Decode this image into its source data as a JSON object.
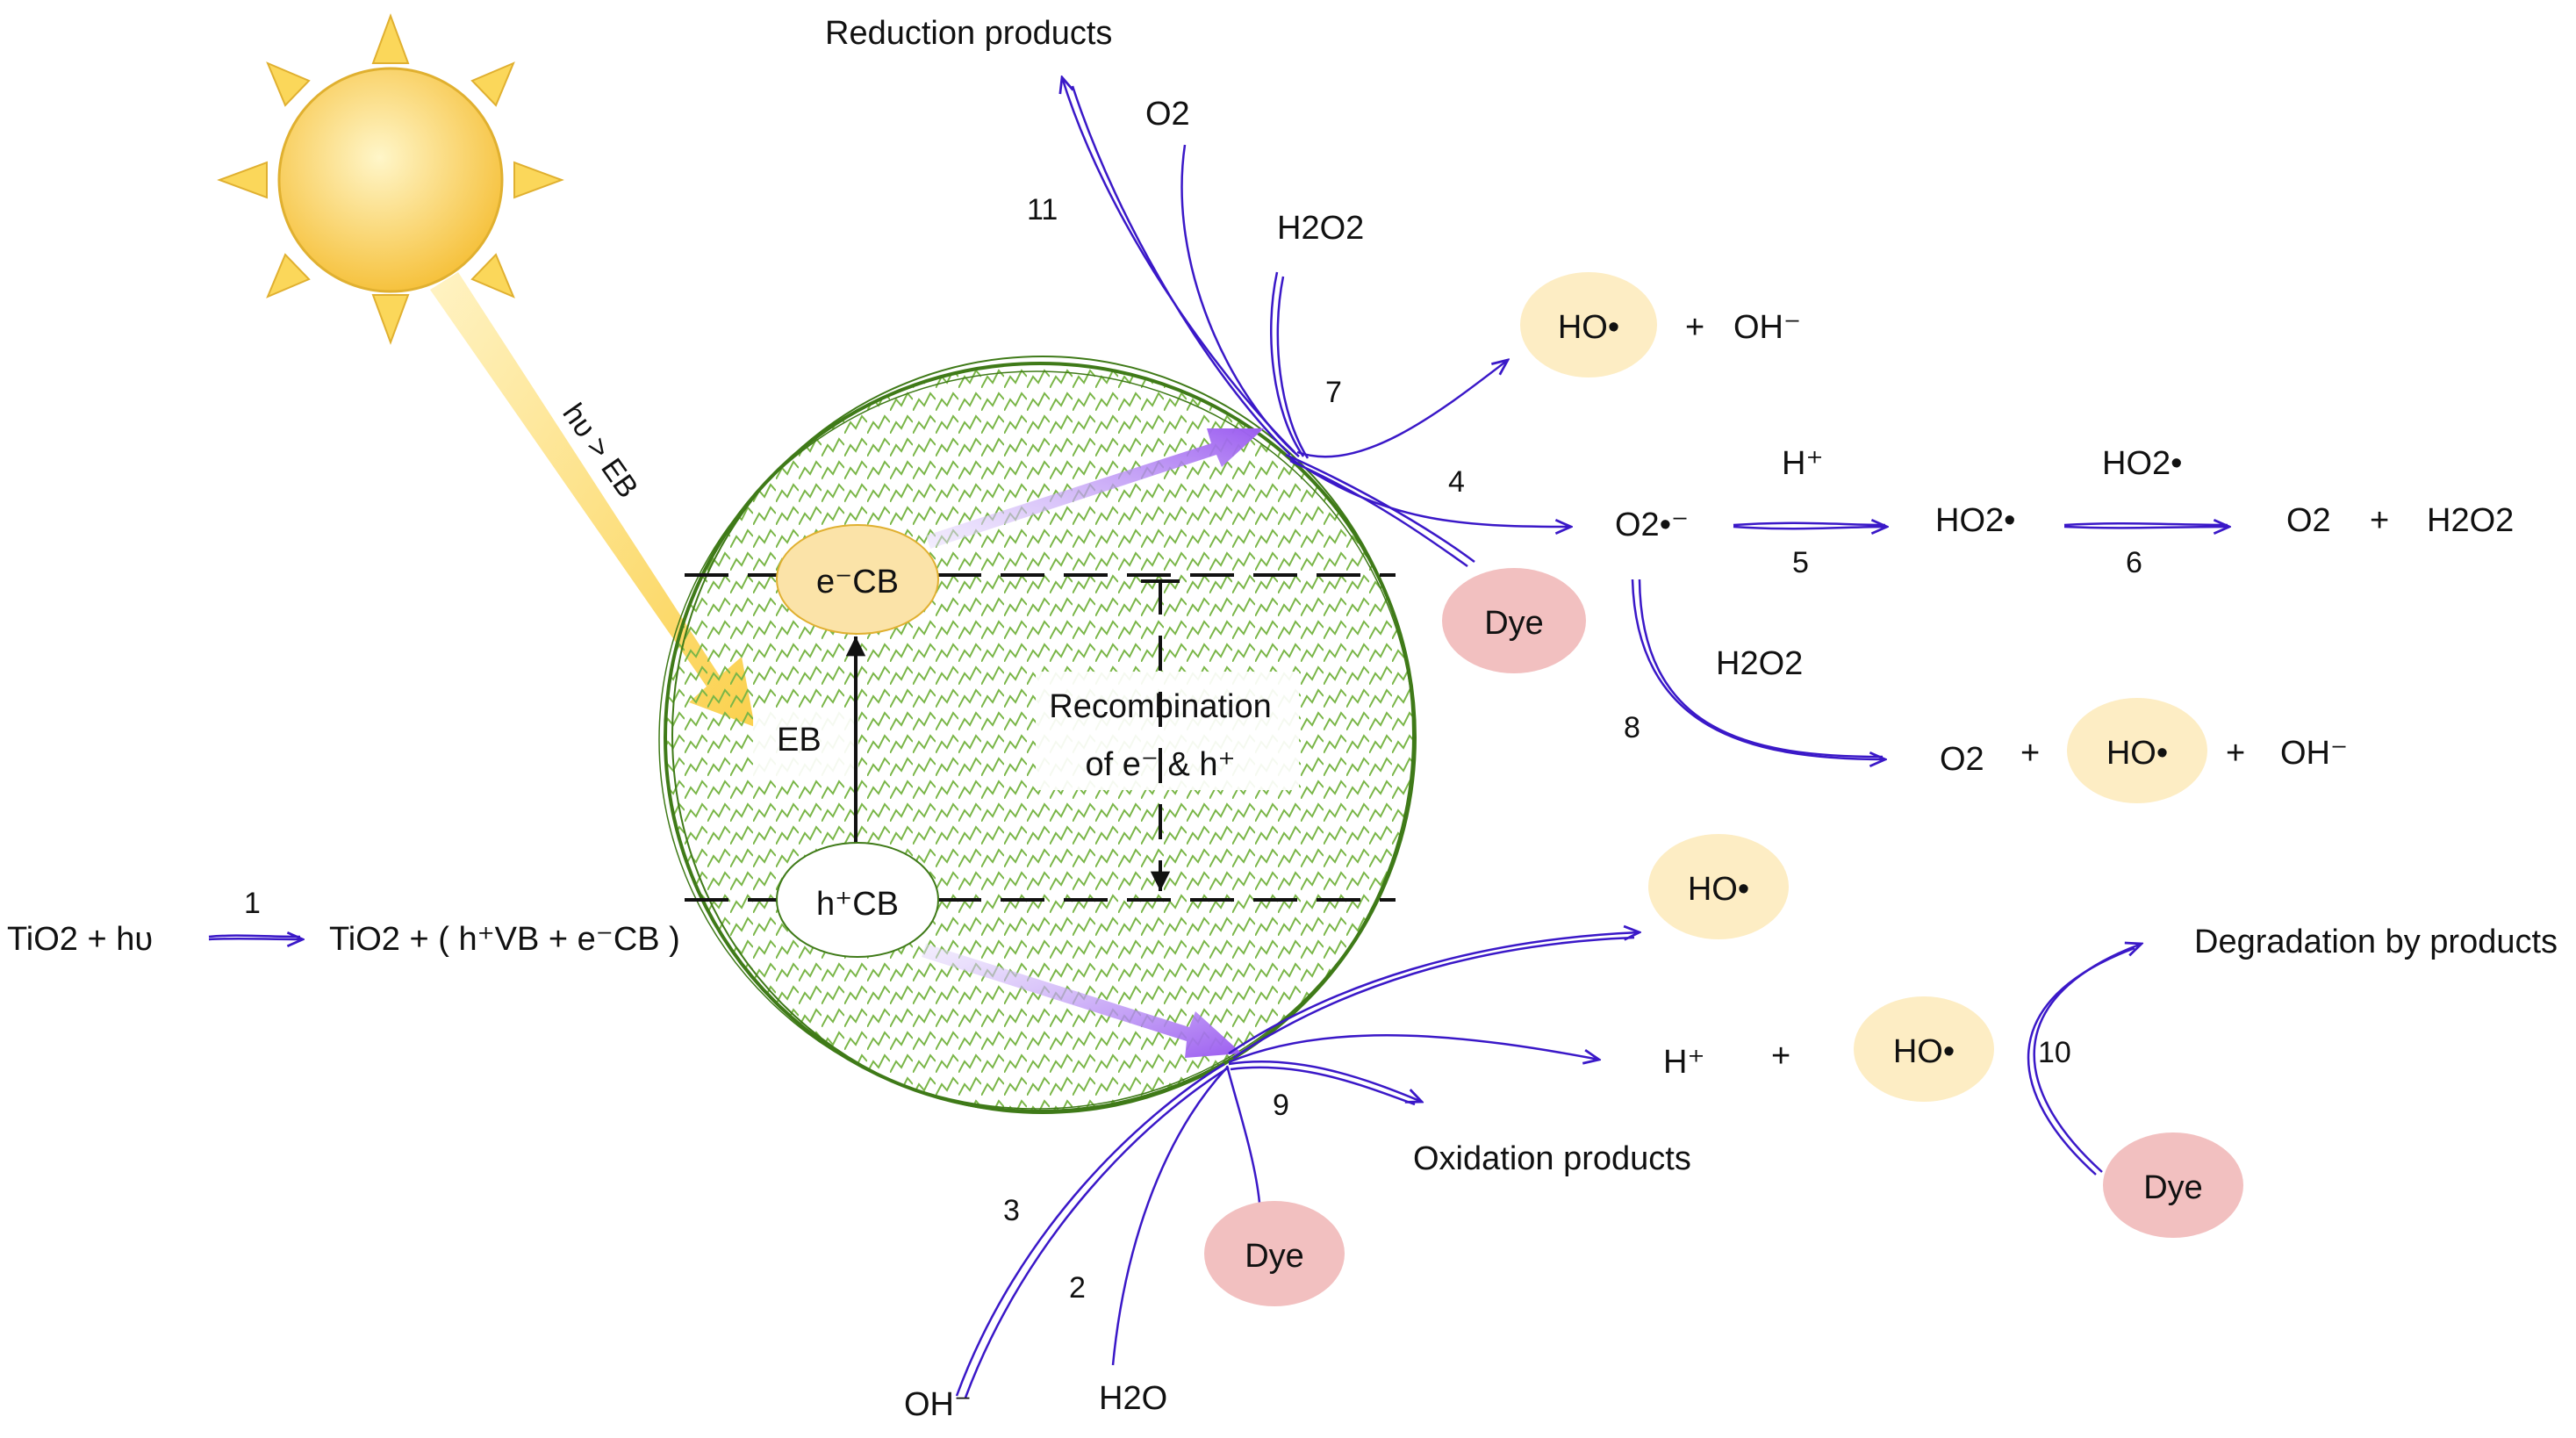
{
  "colors": {
    "sun_fill": "#f7c948",
    "sun_light": "#fff0b0",
    "ray_fill": "#fbd75a",
    "arrow_purple": "#3a18c8",
    "band_arrow": "#9b5cf0",
    "particle_green": "#3f7a18",
    "hatch_green": "#7ab648",
    "radical_fill": "#fdedc4",
    "dye_fill": "#f2c0c0",
    "carrier_fill": "#fbe3a8"
  },
  "icons": {
    "sun": "sun-icon",
    "particle": "tio2-particle"
  },
  "labels": {
    "reduction_products": "Reduction products",
    "oxidation_products": "Oxidation products",
    "degradation_products": "Degradation by products",
    "recombination_line1": "Recombination",
    "recombination_line2": "of e⁻ & h⁺",
    "light_condition": "hυ > EB",
    "band_gap": "EB",
    "electron_cb": "e⁻CB",
    "hole_cb": "h⁺CB",
    "dye": "Dye"
  },
  "equation": {
    "left": "TiO2 + hυ",
    "step": "1",
    "right": "TiO2 + ( h⁺VB + e⁻CB )"
  },
  "species": {
    "o2": "O2",
    "h2o2": "H2O2",
    "superoxide": "O2•⁻",
    "h_plus": "H⁺",
    "ho2_radical": "HO2•",
    "ho_radical": "HO•",
    "oh_minus": "OH⁻",
    "h2o": "H2O",
    "plus": "+"
  },
  "steps": {
    "s2": "2",
    "s3": "3",
    "s4": "4",
    "s5": "5",
    "s6": "6",
    "s7": "7",
    "s8": "8",
    "s9": "9",
    "s10": "10",
    "s11": "11"
  }
}
